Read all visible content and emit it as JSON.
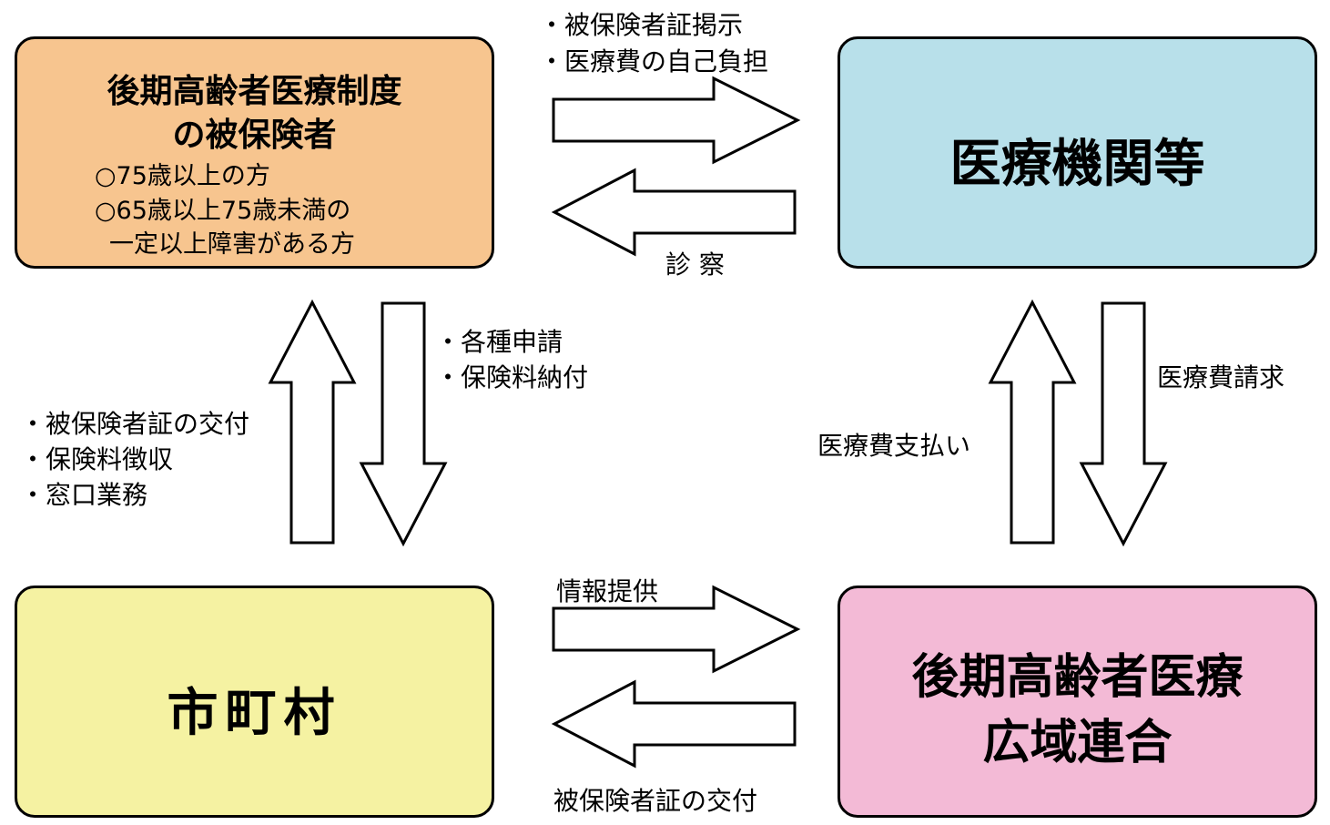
{
  "boxes": {
    "insured": {
      "title_line1": "後期高齢者医療制度",
      "title_line2": "の被保険者",
      "note1": "○75歳以上の方",
      "note2": "○65歳以上75歳未満の",
      "note3": "一定以上障害がある方",
      "color": "#f7c58f"
    },
    "medical": {
      "title": "医療機関等",
      "color": "#b8e0ea"
    },
    "municipality": {
      "title": "市町村",
      "color": "#f5f2a2"
    },
    "union": {
      "title_line1": "後期高齢者医療",
      "title_line2": "広域連合",
      "color": "#f3bad6"
    }
  },
  "flows": {
    "insured_to_medical": [
      "・被保険者証掲示",
      "・医療費の自己負担"
    ],
    "medical_to_insured": "診 察",
    "insured_to_municipality": [
      "・各種申請",
      "・保険料納付"
    ],
    "municipality_to_insured": [
      "・被保険者証の交付",
      "・保険料徴収",
      "・窓口業務"
    ],
    "medical_to_union": "医療費請求",
    "union_to_medical": "医療費支払い",
    "municipality_to_union": "情報提供",
    "union_to_municipality": "被保険者証の交付"
  }
}
